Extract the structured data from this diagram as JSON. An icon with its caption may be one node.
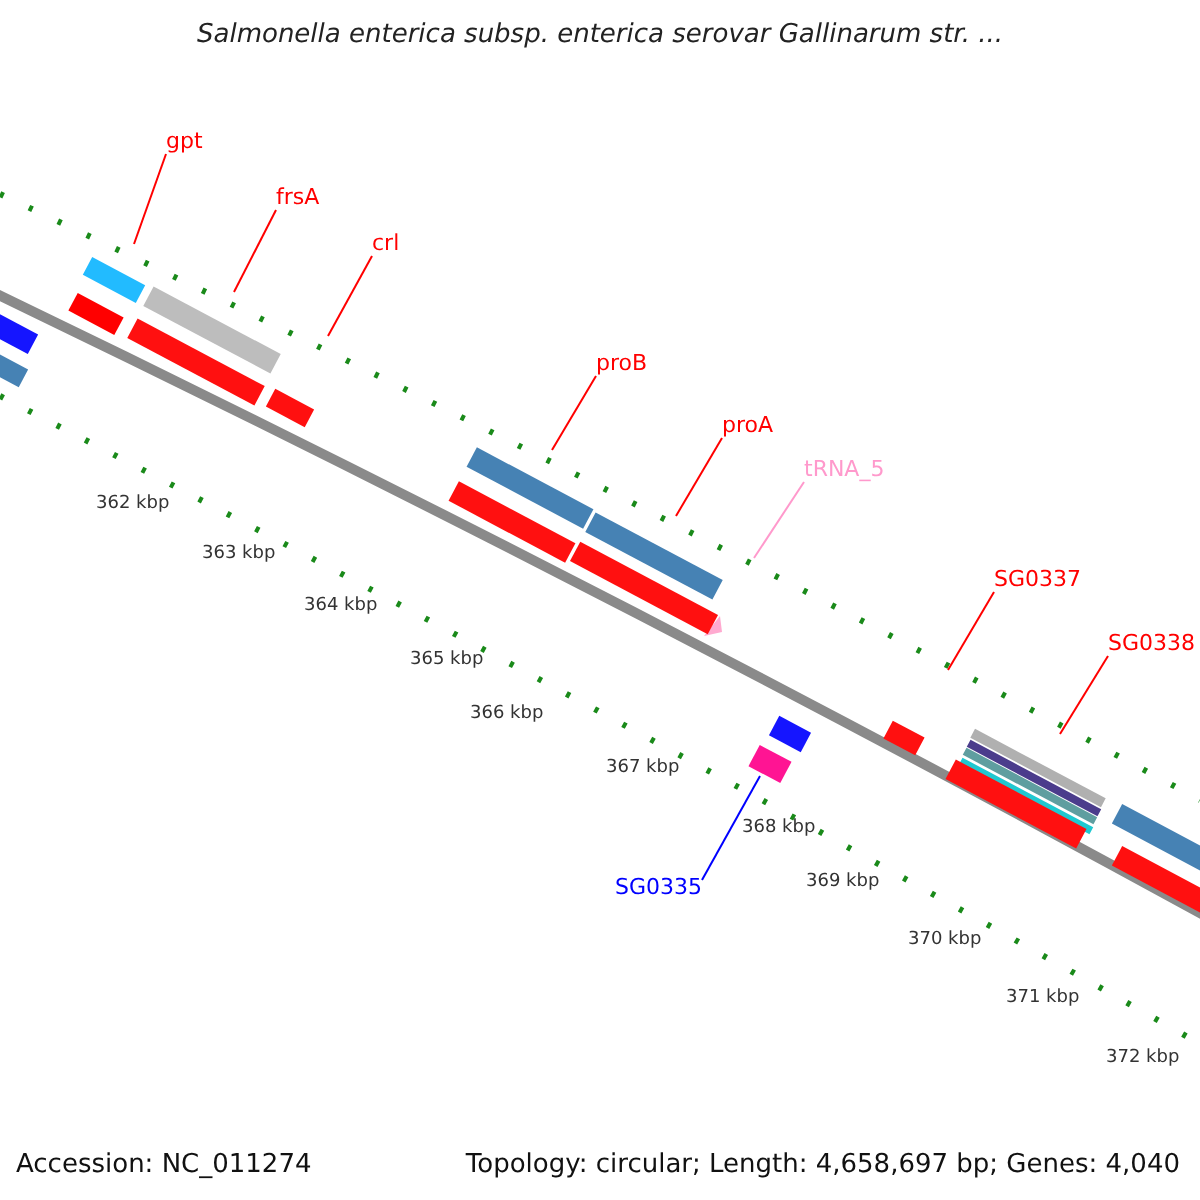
{
  "diagram": {
    "title": "Salmonella enterica subsp. enterica serovar Gallinarum str. ...",
    "nodes": [
      {
        "text": [
          "gpt"
        ]
      },
      {
        "text": [
          "frsA"
        ]
      },
      {
        "text": [
          "crl"
        ]
      },
      {
        "text": [
          "proB"
        ]
      },
      {
        "text": [
          "proA"
        ]
      },
      {
        "text": [
          "tRNA_5"
        ]
      },
      {
        "text": [
          "SG0337"
        ]
      },
      {
        "text": [
          "SG0338"
        ]
      },
      {
        "text": [
          "SG0335"
        ]
      },
      {
        "text": [],
        "shape": "bar"
      }
    ],
    "edges": [
      {
        "from": 0,
        "to": null,
        "arrow": "none"
      },
      {
        "from": 1,
        "to": null,
        "arrow": "none"
      },
      {
        "from": 2,
        "to": null,
        "arrow": "none"
      },
      {
        "from": 3,
        "to": null,
        "arrow": "none"
      },
      {
        "from": 4,
        "to": null,
        "arrow": "none"
      },
      {
        "from": 5,
        "to": null,
        "arrow": "none",
        "color": "#ff99cc"
      },
      {
        "from": 6,
        "to": null,
        "arrow": "none"
      },
      {
        "from": 7,
        "to": null,
        "arrow": "none"
      },
      {
        "from": 8,
        "to": 9,
        "arrow": "none",
        "color": "#0000ff"
      }
    ],
    "labels": [
      "362 kbp",
      "363 kbp",
      "364 kbp",
      "365 kbp",
      "366 kbp",
      "367 kbp",
      "368 kbp",
      "369 kbp",
      "370 kbp",
      "371 kbp",
      "372 kbp",
      "Accession: NC_011274",
      "Topology: circular; Length: 4,658,697 bp; Genes: 4,040"
    ]
  }
}
